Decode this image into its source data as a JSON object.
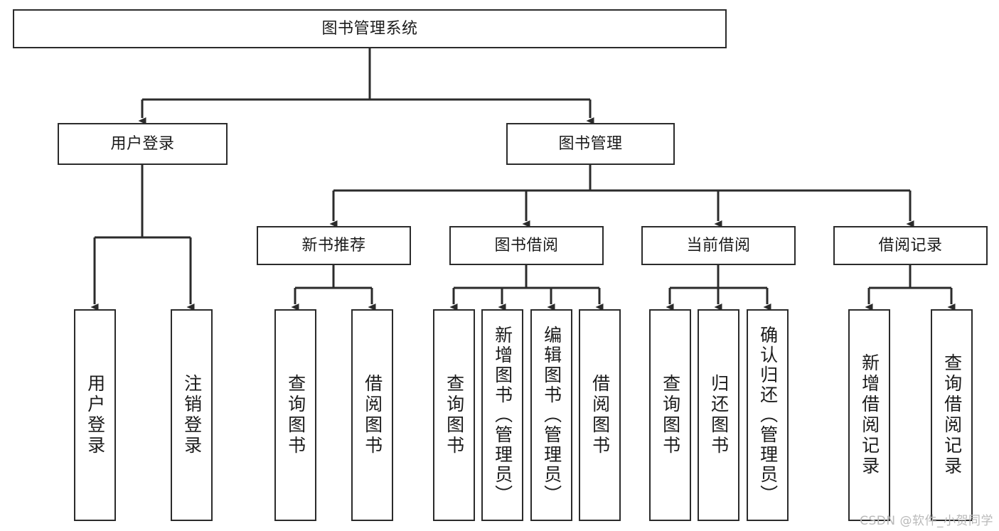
{
  "diagram": {
    "type": "tree",
    "title": "图书管理系统",
    "root": {
      "id": "root",
      "label": "图书管理系统"
    },
    "tier1": [
      {
        "id": "user-login",
        "label": "用户登录"
      },
      {
        "id": "book-manage",
        "label": "图书管理"
      }
    ],
    "tier2": [
      {
        "id": "new-book-recommend",
        "label": "新书推荐",
        "parent": "book-manage"
      },
      {
        "id": "book-borrow",
        "label": "图书借阅",
        "parent": "book-manage"
      },
      {
        "id": "current-borrow",
        "label": "当前借阅",
        "parent": "book-manage"
      },
      {
        "id": "borrow-record",
        "label": "借阅记录",
        "parent": "book-manage"
      }
    ],
    "leaves": {
      "user_login": [
        {
          "id": "leaf-user-login",
          "label": "用户登录"
        },
        {
          "id": "leaf-logout",
          "label": "注销登录"
        }
      ],
      "new_book_recommend": [
        {
          "id": "leaf-query-book-1",
          "label": "查询图书"
        },
        {
          "id": "leaf-borrow-book-1",
          "label": "借阅图书"
        }
      ],
      "book_borrow": [
        {
          "id": "leaf-query-book-2",
          "label": "查询图书"
        },
        {
          "id": "leaf-add-book",
          "label": "新增图书（管理员）"
        },
        {
          "id": "leaf-edit-book",
          "label": "编辑图书（管理员）"
        },
        {
          "id": "leaf-borrow-book-2",
          "label": "借阅图书"
        }
      ],
      "current_borrow": [
        {
          "id": "leaf-query-book-3",
          "label": "查询图书"
        },
        {
          "id": "leaf-return-book",
          "label": "归还图书"
        },
        {
          "id": "leaf-confirm-return",
          "label": "确认归还（管理员）"
        }
      ],
      "borrow_record": [
        {
          "id": "leaf-add-record",
          "label": "新增借阅记录"
        },
        {
          "id": "leaf-query-record",
          "label": "查询借阅记录"
        }
      ]
    }
  },
  "watermark": {
    "text": "CSDN @软件_小贺同学"
  },
  "colors": {
    "stroke": "#2b2b2b",
    "fill": "#ffffff",
    "text": "#1b1b1b",
    "watermark": "#b9b9b9",
    "background": "#ffffff"
  }
}
